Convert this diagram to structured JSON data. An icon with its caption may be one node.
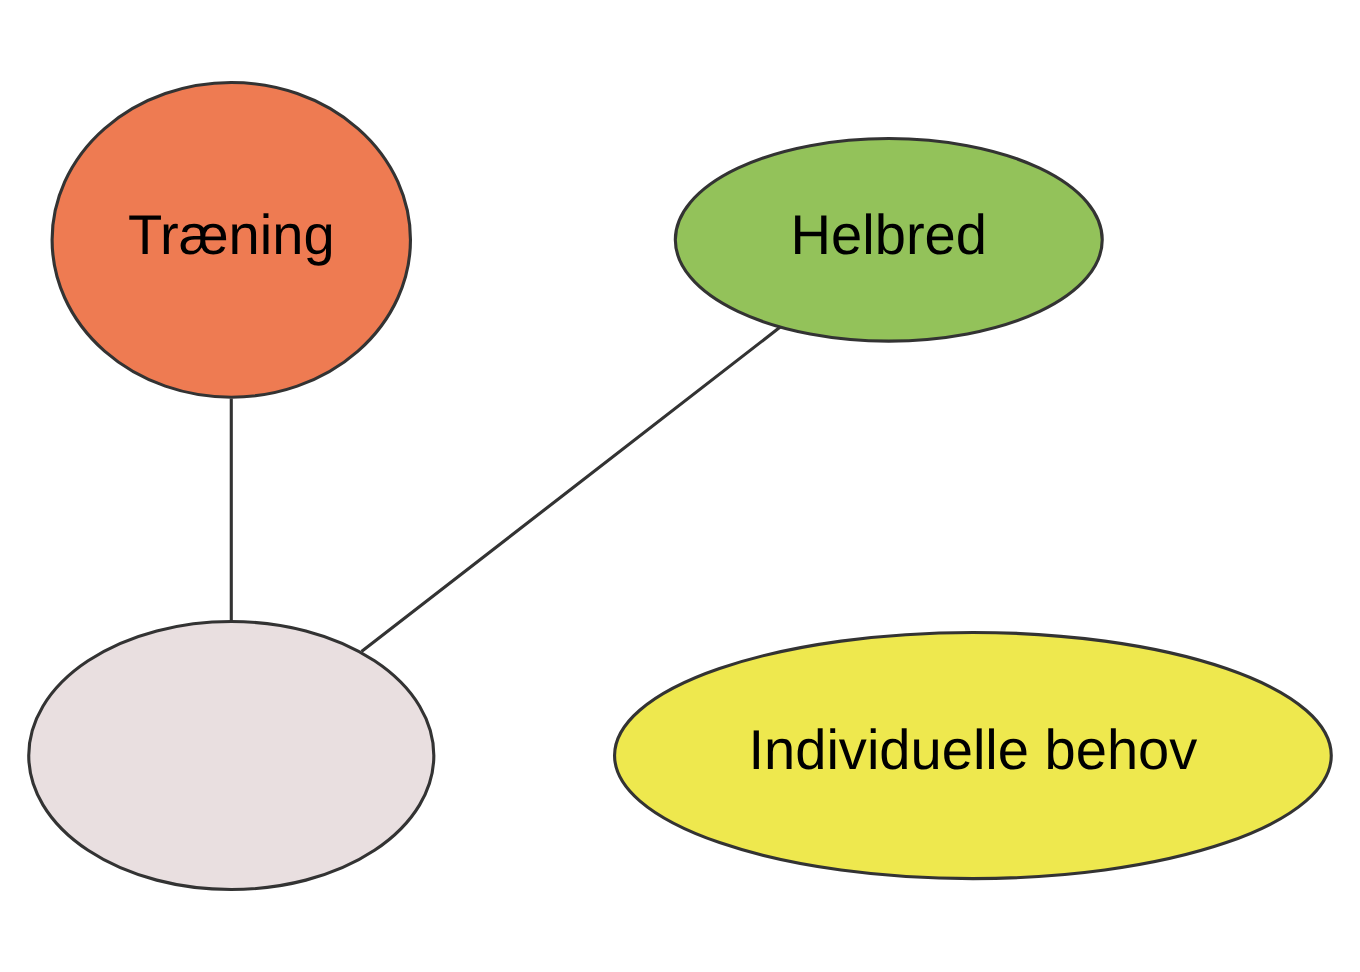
{
  "diagram": {
    "nodes": [
      {
        "text": [
          "Træning"
        ]
      },
      {
        "text": [
          "Helbred"
        ]
      },
      {
        "text": [
          "Individuelle behov"
        ]
      },
      {
        "text": [],
        "shape": "ellipse"
      }
    ],
    "edges": [
      {
        "from": 1,
        "to": 3,
        "arrow": "none"
      },
      {
        "from": 0,
        "to": 3,
        "arrow": "none"
      }
    ]
  }
}
